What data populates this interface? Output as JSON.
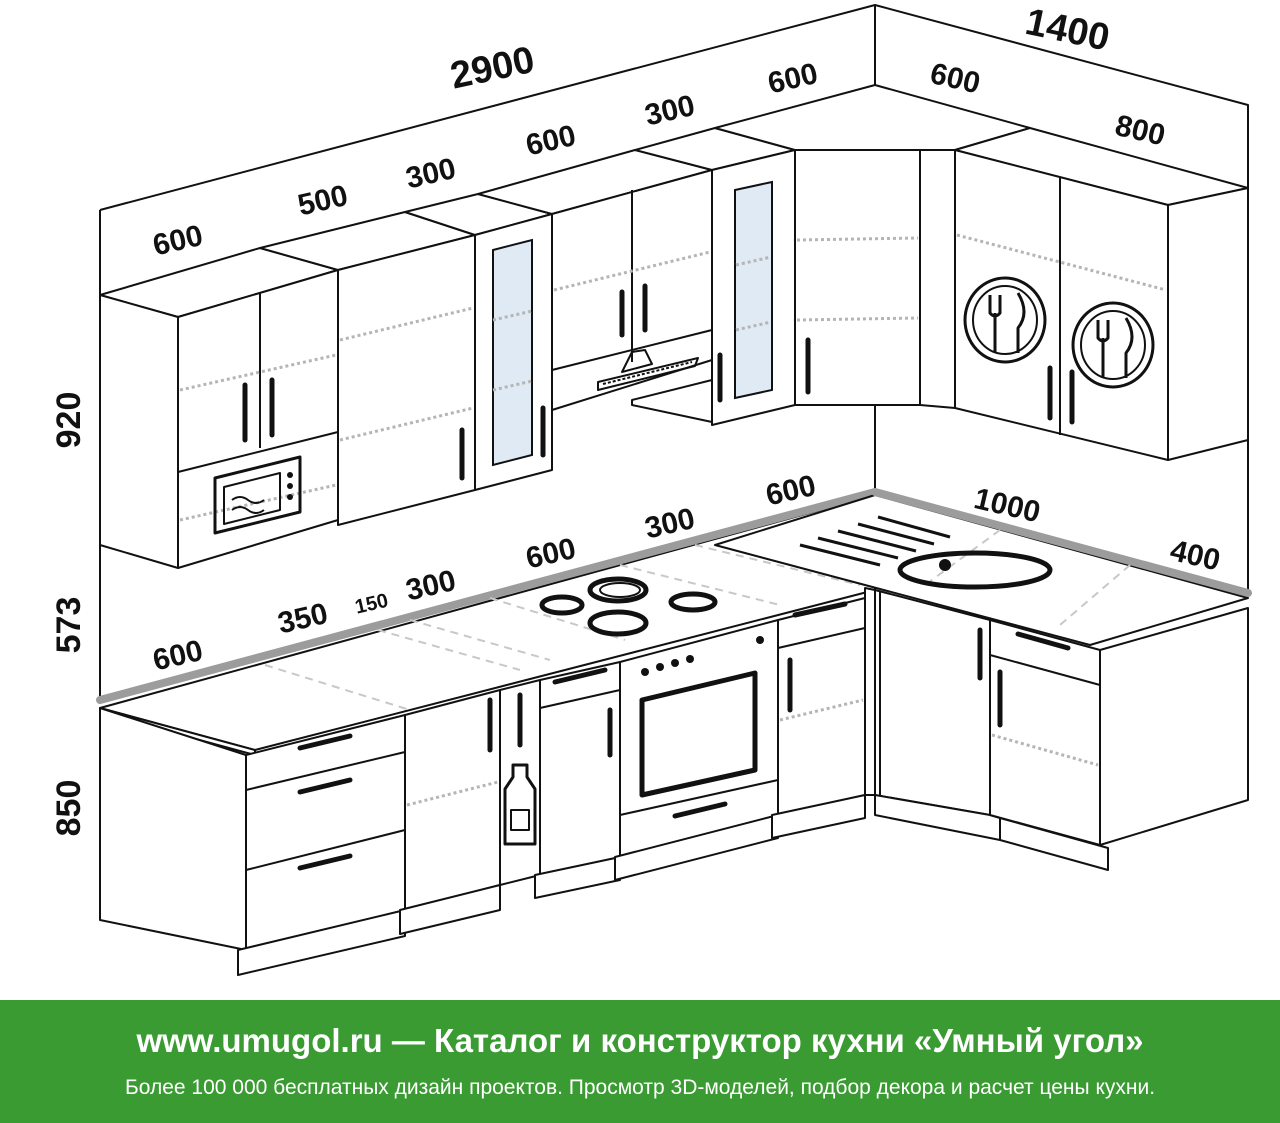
{
  "diagram": {
    "dimensions": {
      "total_upper_left": "2900",
      "total_upper_right": "1400",
      "upper_widths": [
        "600",
        "500",
        "300",
        "600",
        "300",
        "600"
      ],
      "upper_right_widths": [
        "600",
        "800"
      ],
      "counter_widths": [
        "600",
        "350",
        "150",
        "300",
        "600",
        "300",
        "600"
      ],
      "counter_right_widths": [
        "1000",
        "400"
      ],
      "height_upper": "920",
      "height_gap": "573",
      "height_base": "850"
    }
  },
  "footer": {
    "headline": "www.umugol.ru — Каталог и конструктор кухни «Умный угол»",
    "subline": "Более 100 000 бесплатных дизайн проектов. Просмотр 3D-моделей, подбор декора и расчет цены кухни."
  },
  "colors": {
    "footer_background": "#3a9b33",
    "line": "#111111",
    "countertop_edge": "#9c9c9c",
    "glass": "#dfeaf4"
  }
}
